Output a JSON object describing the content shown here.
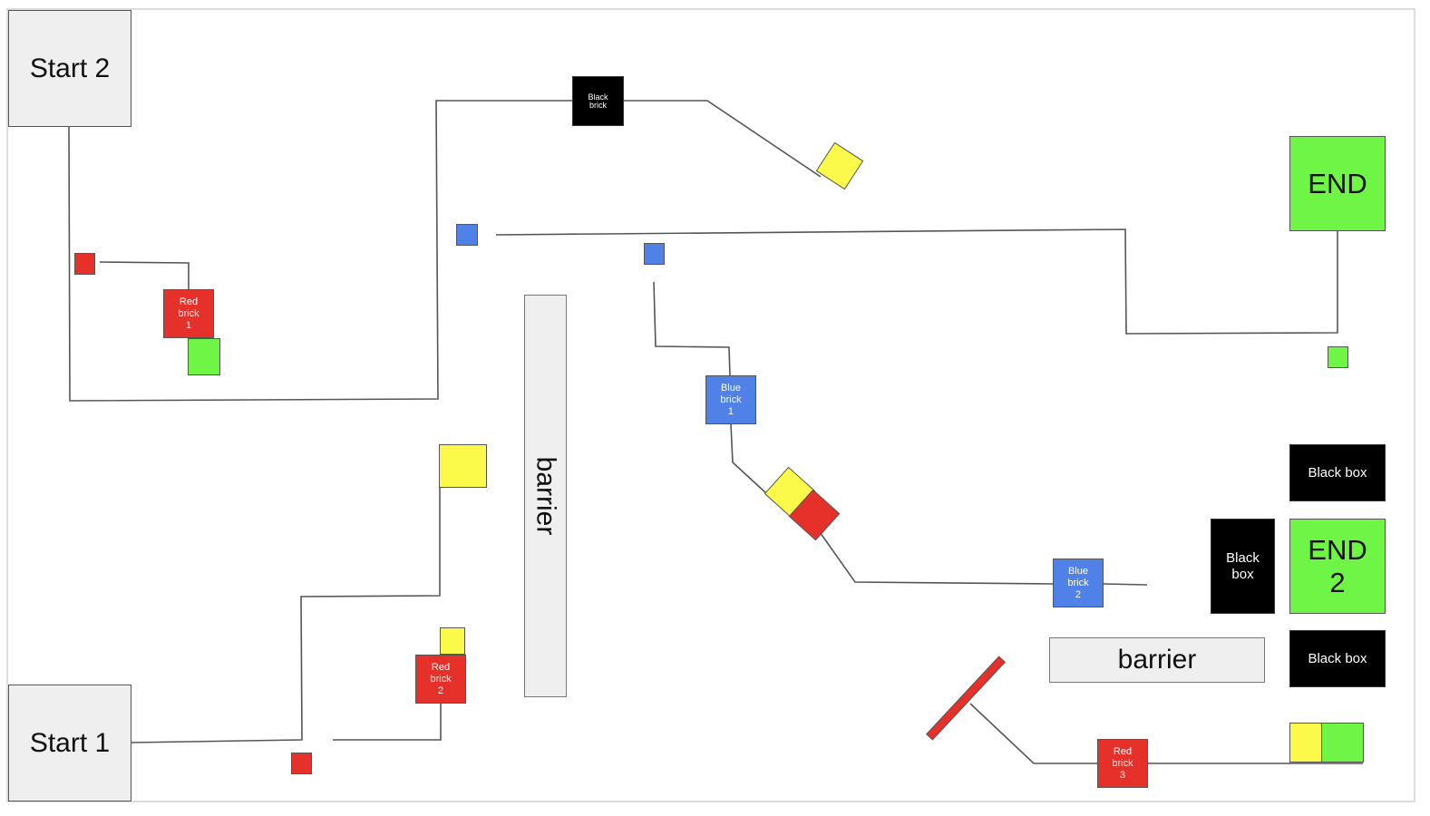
{
  "diagram": {
    "start_1": "Start 1",
    "start_2": "Start 2",
    "end_1": "END",
    "end_2": "END\n2",
    "barrier_vertical": "barrier",
    "barrier_horizontal": "barrier",
    "black_brick": "Black\nbrick",
    "black_box_top": "Black box",
    "black_box_left": "Black\nbox",
    "black_box_bottom": "Black box",
    "red_brick_1": "Red\nbrick\n1",
    "red_brick_2": "Red\nbrick\n2",
    "red_brick_3": "Red\nbrick\n3",
    "blue_brick_1": "Blue\nbrick\n1",
    "blue_brick_2": "Blue\nbrick\n2"
  },
  "colors": {
    "start": "#efefef",
    "end": "#6ff546",
    "red": "#e6302a",
    "blue": "#4f81e6",
    "yellow": "#fbfa4a",
    "green": "#6ff546",
    "black": "#000000",
    "line": "#555555"
  }
}
